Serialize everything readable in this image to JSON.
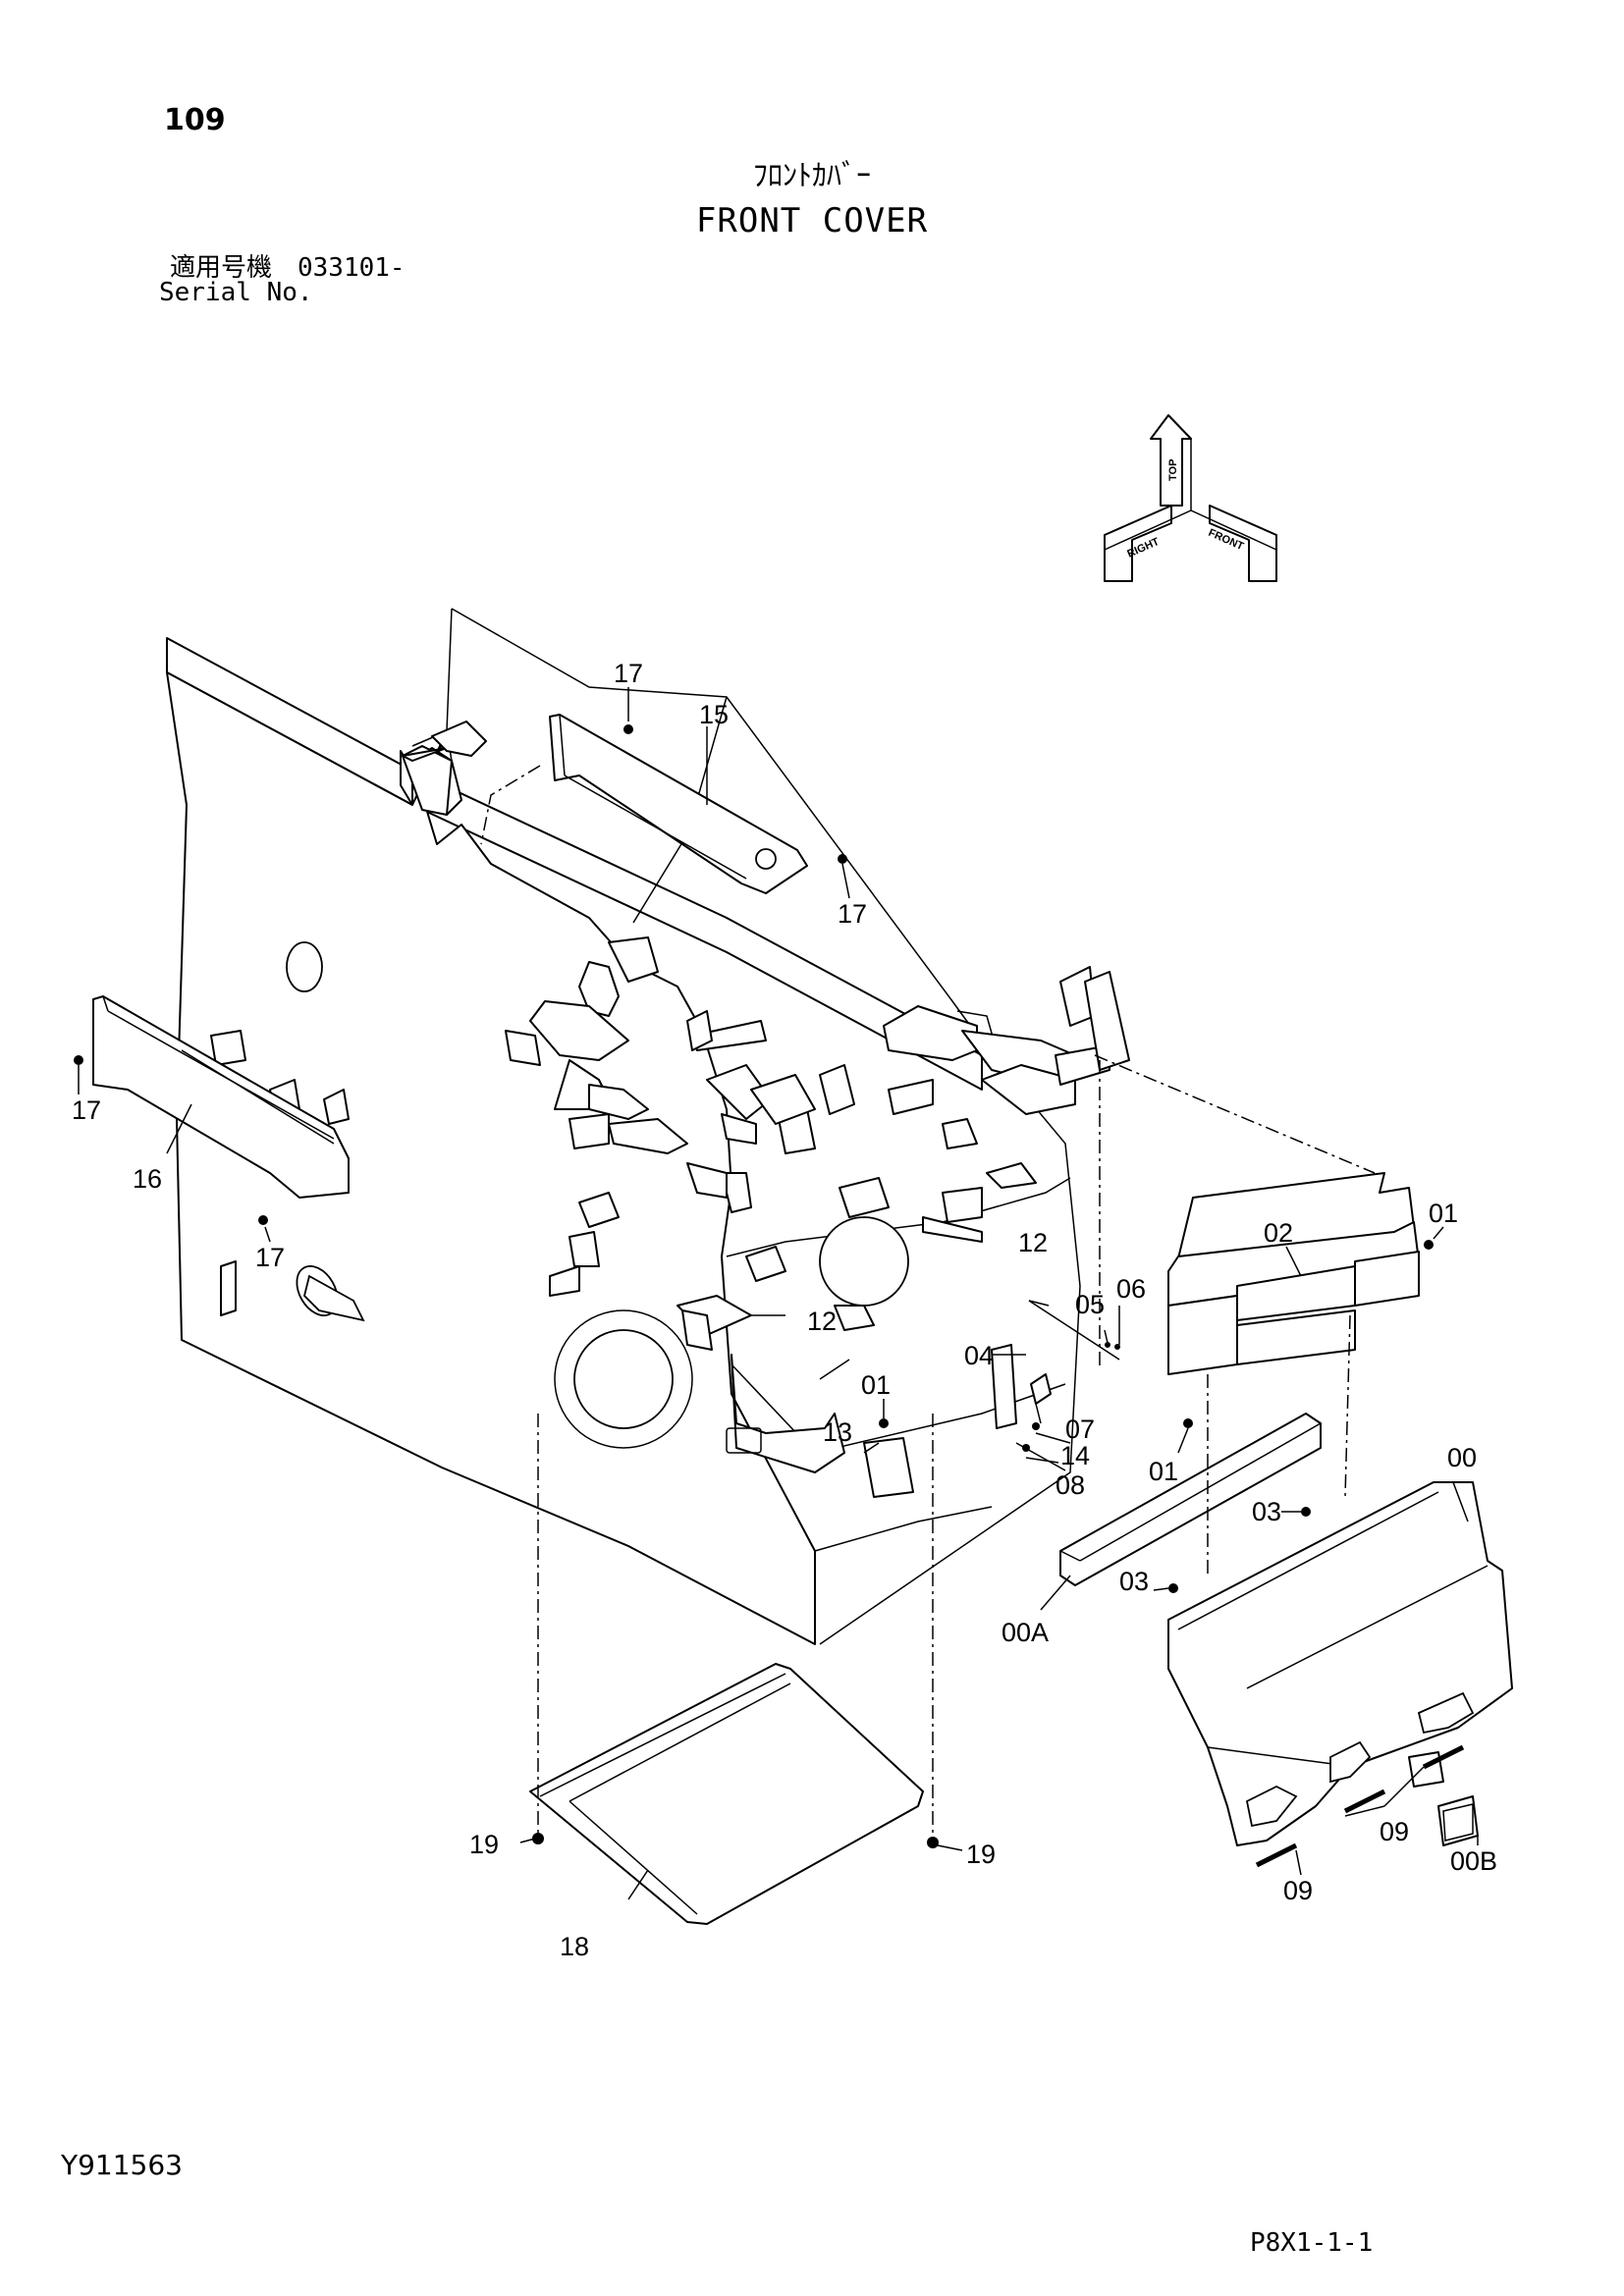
{
  "header": {
    "page_number": "109",
    "title_jp": "ﾌﾛﾝﾄｶﾊﾞｰ",
    "title_en": "FRONT COVER",
    "serial_jp": "適用号機　033101-",
    "serial_en": "Serial No."
  },
  "orientation_icon": {
    "labels": [
      "TOP",
      "RIGHT",
      "FRONT"
    ]
  },
  "callouts": {
    "c17a": "17",
    "c15": "15",
    "c17b": "17",
    "c17c": "17",
    "c16": "16",
    "c17d": "17",
    "c01a": "01",
    "c02": "02",
    "c12a": "12",
    "c05": "05",
    "c06": "06",
    "c12b": "12",
    "c04": "04",
    "c01b": "01",
    "c07": "07",
    "c13": "13",
    "c14": "14",
    "c08": "08",
    "c01c": "01",
    "c00": "00",
    "c03a": "03",
    "c03b": "03",
    "c00A": "00A",
    "c19a": "19",
    "c19b": "19",
    "c18": "18",
    "c09a": "09",
    "c00B": "00B",
    "c09b": "09"
  },
  "footer": {
    "doc_id": "Y911563",
    "page_code": "P8X1-1-1"
  }
}
